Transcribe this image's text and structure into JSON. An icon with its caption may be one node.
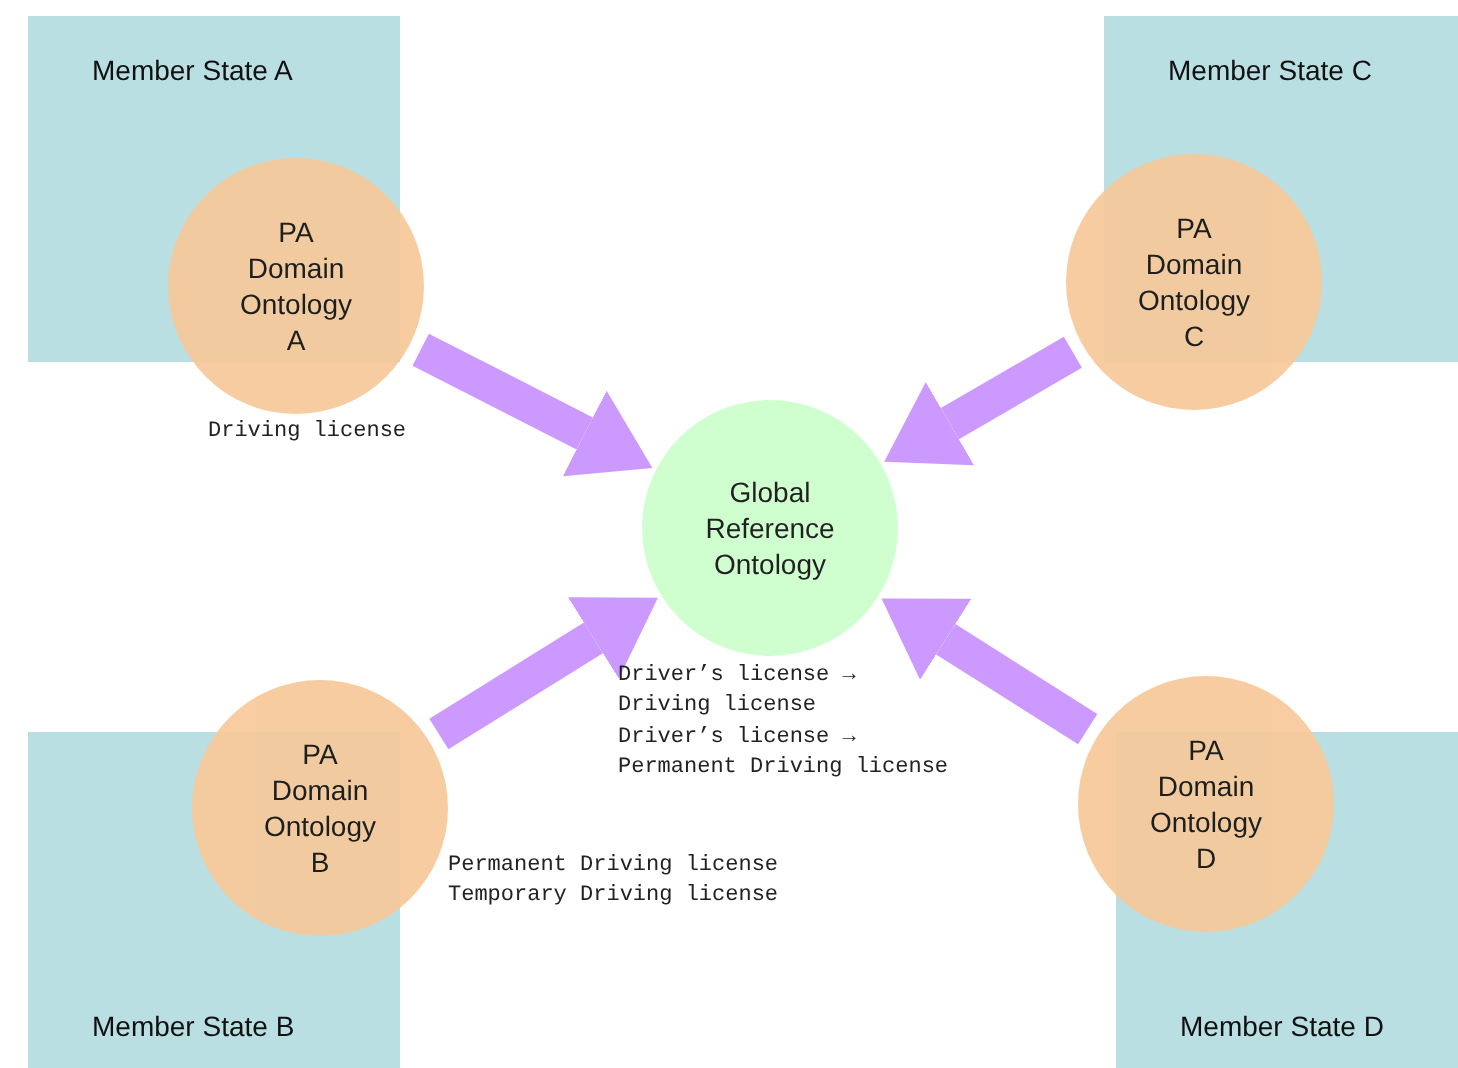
{
  "diagram": {
    "nodes": [
      {
        "text": [
          "Member State A"
        ]
      },
      {
        "text": [
          "PA Domain Ontology A"
        ]
      },
      {
        "text": [
          "Member State C"
        ]
      },
      {
        "text": [
          "PA Domain Ontology C"
        ]
      },
      {
        "text": [
          "Global Reference Ontology"
        ]
      },
      {
        "text": [
          "Member State B"
        ]
      },
      {
        "text": [
          "PA Domain Ontology B"
        ]
      },
      {
        "text": [
          "Member State D"
        ]
      },
      {
        "text": [
          "PA Domain Ontology D"
        ]
      }
    ],
    "edges": [
      {
        "from": 1,
        "to": 4,
        "arrow": "to"
      },
      {
        "from": 3,
        "to": 4,
        "arrow": "to"
      },
      {
        "from": 6,
        "to": 4,
        "arrow": "to"
      },
      {
        "from": 8,
        "to": 4,
        "arrow": "to"
      }
    ],
    "labels": [
      "Driving license",
      "Driver’s license → Driving license",
      "Driver’s license → Permanent Driving license",
      "Permanent Driving license",
      "Temporary Driving license"
    ]
  }
}
